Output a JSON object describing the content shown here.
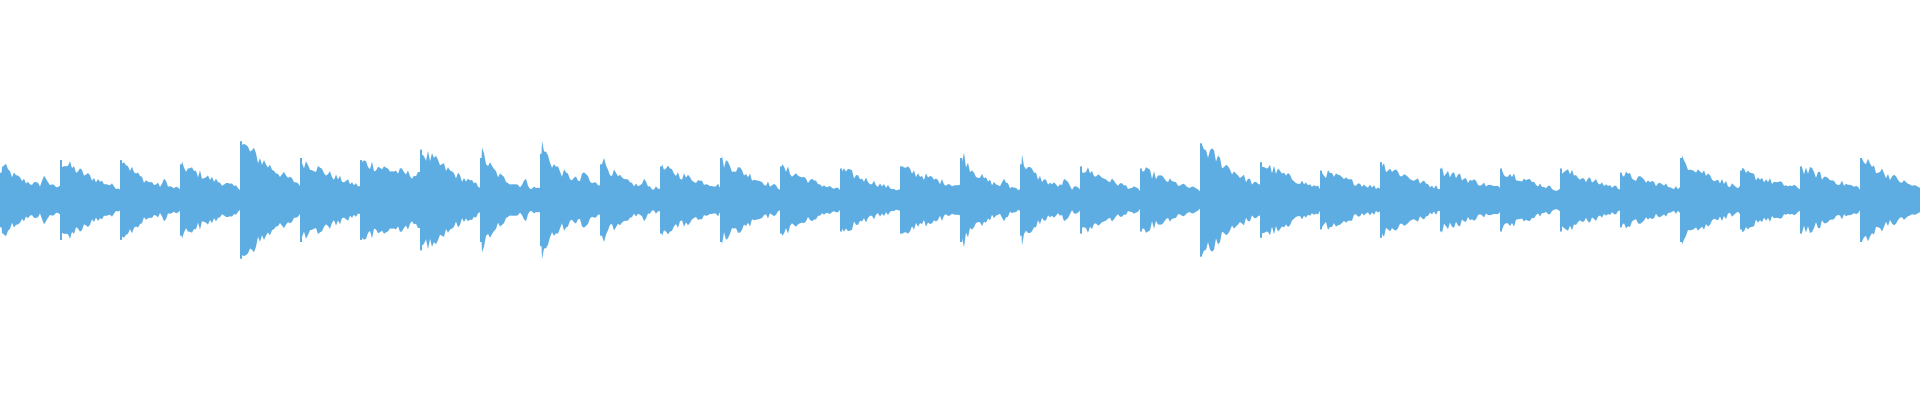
{
  "waveform": {
    "color": "#5dade2",
    "background": "#ffffff",
    "segments": [
      {
        "peak": 0.13,
        "tail": 0.06,
        "shape": "bump"
      },
      {
        "peak": 0.19,
        "tail": 0.06,
        "shape": "decay"
      },
      {
        "peak": 0.19,
        "tail": 0.05,
        "shape": "bump"
      },
      {
        "peak": 0.17,
        "tail": 0.06,
        "shape": "decay"
      },
      {
        "peak": 0.28,
        "tail": 0.08,
        "shape": "decay"
      },
      {
        "peak": 0.2,
        "tail": 0.07,
        "shape": "decay"
      },
      {
        "peak": 0.19,
        "tail": 0.12,
        "shape": "decay"
      },
      {
        "peak": 0.24,
        "tail": 0.07,
        "shape": "decay"
      },
      {
        "peak": 0.2,
        "tail": 0.05,
        "shape": "bump"
      },
      {
        "peak": 0.22,
        "tail": 0.07,
        "shape": "bump"
      },
      {
        "peak": 0.17,
        "tail": 0.05,
        "shape": "bump"
      },
      {
        "peak": 0.16,
        "tail": 0.07,
        "shape": "decay"
      },
      {
        "peak": 0.2,
        "tail": 0.06,
        "shape": "decay"
      },
      {
        "peak": 0.16,
        "tail": 0.05,
        "shape": "decay"
      },
      {
        "peak": 0.15,
        "tail": 0.05,
        "shape": "decay"
      },
      {
        "peak": 0.16,
        "tail": 0.07,
        "shape": "decay"
      },
      {
        "peak": 0.2,
        "tail": 0.05,
        "shape": "bump"
      },
      {
        "peak": 0.17,
        "tail": 0.05,
        "shape": "bump"
      },
      {
        "peak": 0.16,
        "tail": 0.05,
        "shape": "decay"
      },
      {
        "peak": 0.15,
        "tail": 0.05,
        "shape": "decay"
      },
      {
        "peak": 0.27,
        "tail": 0.07,
        "shape": "decay"
      },
      {
        "peak": 0.18,
        "tail": 0.06,
        "shape": "decay"
      },
      {
        "peak": 0.14,
        "tail": 0.06,
        "shape": "decay"
      },
      {
        "peak": 0.18,
        "tail": 0.06,
        "shape": "decay"
      },
      {
        "peak": 0.15,
        "tail": 0.06,
        "shape": "decay"
      },
      {
        "peak": 0.15,
        "tail": 0.05,
        "shape": "decay"
      },
      {
        "peak": 0.15,
        "tail": 0.06,
        "shape": "decay"
      },
      {
        "peak": 0.13,
        "tail": 0.06,
        "shape": "decay"
      },
      {
        "peak": 0.2,
        "tail": 0.06,
        "shape": "decay"
      },
      {
        "peak": 0.14,
        "tail": 0.06,
        "shape": "decay"
      },
      {
        "peak": 0.16,
        "tail": 0.06,
        "shape": "decay"
      },
      {
        "peak": 0.2,
        "tail": 0.06,
        "shape": "decay"
      }
    ]
  }
}
